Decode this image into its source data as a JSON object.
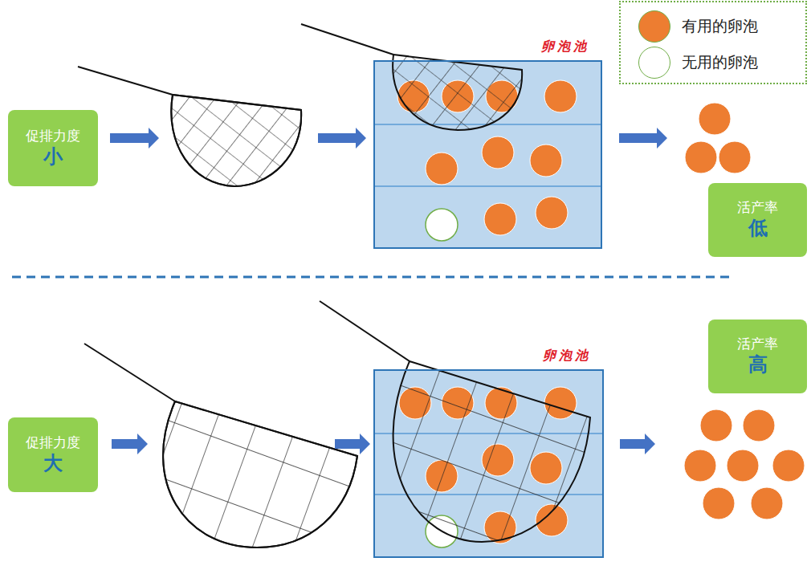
{
  "diagram": {
    "nodes": [
      {
        "text": [
          "促排力度",
          "小"
        ]
      },
      {
        "text": [
          "卵泡池"
        ]
      },
      {
        "text": [
          "活产率",
          "低"
        ]
      },
      {
        "text": [
          "促排力度",
          "大"
        ]
      },
      {
        "text": [
          "卵泡池"
        ]
      },
      {
        "text": [
          "活产率",
          "高"
        ]
      }
    ],
    "legend": [
      {
        "text": "有用的卵泡",
        "color": "#ed7d31"
      },
      {
        "text": "无用的卵泡",
        "color": "#ffffff"
      }
    ]
  }
}
